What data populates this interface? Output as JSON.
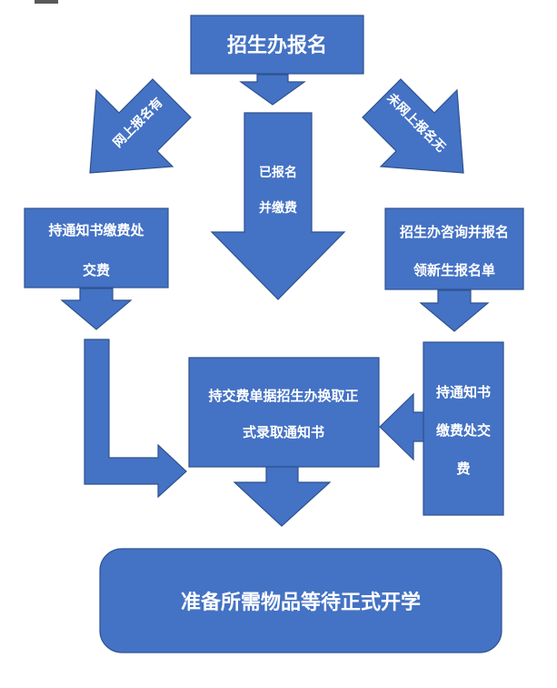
{
  "nodes": {
    "top": "招生办报名",
    "left_line1": "持通知书缴费处",
    "left_line2": "交费",
    "right_line1": "招生办咨询并报名",
    "right_line2": "领新生报名单",
    "center_line1": "持交费单据招生办换取正",
    "center_line2": "式录取通知书",
    "right_lower_line1": "持通知书",
    "right_lower_line2": "缴费处交",
    "right_lower_line3": "费",
    "bottom": "准备所需物品等待正式开学"
  },
  "arrows": {
    "left_diag": "网上报名有",
    "center_line1": "已报名",
    "center_line2": "并缴费",
    "right_diag": "未网上报名无"
  },
  "colors": {
    "fill": "#4472C4",
    "stroke": "#2F528F",
    "text": "#ffffff"
  }
}
